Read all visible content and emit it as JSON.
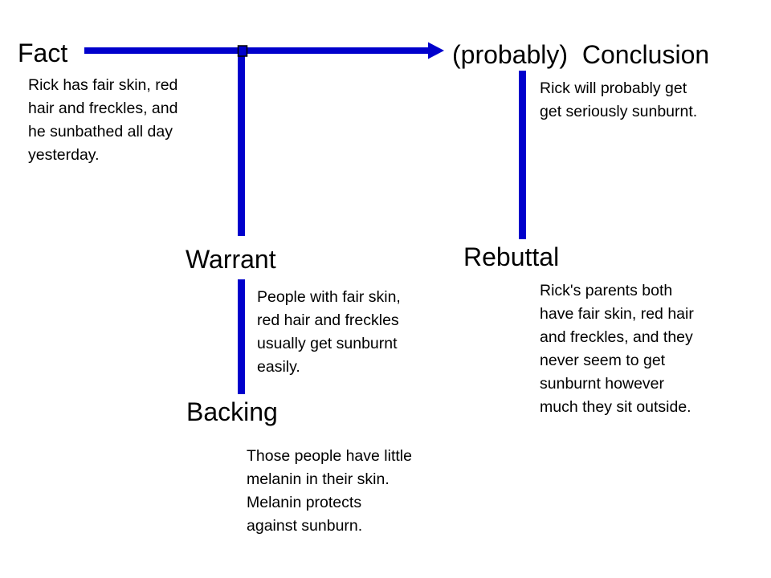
{
  "diagram": {
    "title": "Toulmin argument diagram",
    "colors": {
      "line": "#0000CC",
      "handle_border": "#000000",
      "text": "#000000",
      "background": "#FFFFFF"
    },
    "nodes": {
      "fact": {
        "label": "Fact",
        "body": "Rick has fair skin, red\nhair and freckles, and\nhe sunbathed all day\nyesterday."
      },
      "conclusion": {
        "label": "(probably)  Conclusion",
        "body": "Rick will probably get\nget seriously sunburnt."
      },
      "warrant": {
        "label": "Warrant",
        "body": "People with fair skin,\nred hair and freckles\nusually get sunburnt\neasily."
      },
      "backing": {
        "label": "Backing",
        "body": "Those people have little\nmelanin in their skin.\nMelanin protects\nagainst sunburn."
      },
      "rebuttal": {
        "label": "Rebuttal",
        "body": "Rick's parents both\nhave fair skin, red hair\nand freckles, and they\nnever seem to get\nsunburnt however\nmuch they sit outside."
      }
    }
  }
}
